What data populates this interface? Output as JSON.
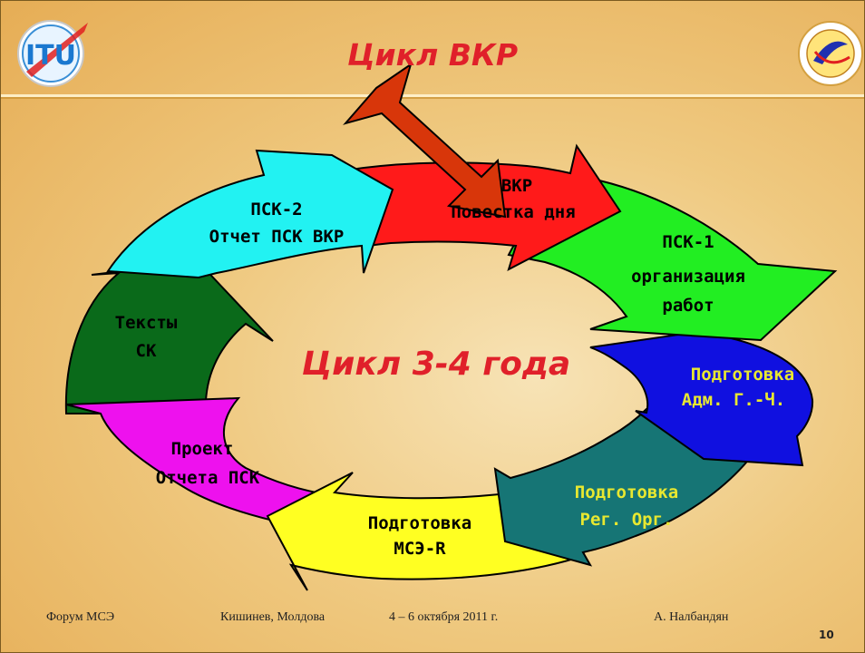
{
  "slide": {
    "title": "Цикл ВКР",
    "center_text": "Цикл 3-4 года",
    "logo_left_text": "ITU",
    "stages": [
      {
        "id": "vkr",
        "lines": [
          "ВКР",
          "Повестка дня"
        ],
        "fill": "#ff1a1a",
        "text_color": "#000000"
      },
      {
        "id": "psk1",
        "lines": [
          "ПСК-1",
          "организация",
          "работ"
        ],
        "fill": "#22ee22",
        "text_color": "#000000"
      },
      {
        "id": "prep-adm",
        "lines": [
          "Подготовка",
          "Адм. Г.-Ч."
        ],
        "fill": "#1010e0",
        "text_color": "#e8e830"
      },
      {
        "id": "prep-reg",
        "lines": [
          "Подготовка",
          "Рег. Орг."
        ],
        "fill": "#167575",
        "text_color": "#e8e830"
      },
      {
        "id": "prep-msr",
        "lines": [
          "Подготовка",
          "МСЭ-R"
        ],
        "fill": "#ffff22",
        "text_color": "#000000"
      },
      {
        "id": "draft-report",
        "lines": [
          "Проект",
          "Отчета ПСК"
        ],
        "fill": "#ee11ee",
        "text_color": "#000000"
      },
      {
        "id": "texts-sk",
        "lines": [
          "Тексты",
          "СК"
        ],
        "fill": "#0a6a1a",
        "text_color": "#000000"
      },
      {
        "id": "psk2",
        "lines": [
          "ПСК-2",
          "Отчет ПСК ВКР"
        ],
        "fill": "#22f2f2",
        "text_color": "#000000"
      }
    ],
    "entry_arrow_color": "#d8360a"
  },
  "footer": {
    "forum": "Форум МСЭ",
    "place": "Кишинев, Молдова",
    "dates": "4 – 6 октября 2011 г.",
    "author": "А. Налбандян",
    "page": "10"
  }
}
